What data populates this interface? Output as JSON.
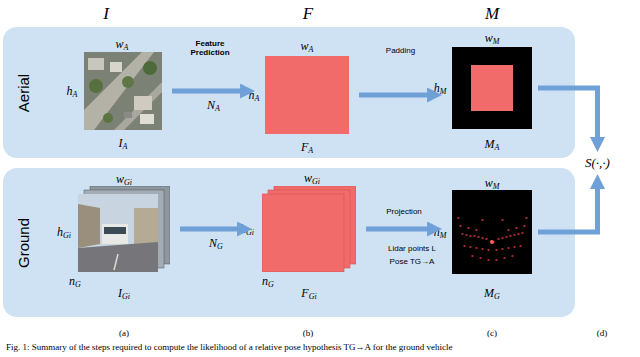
{
  "diagram": {
    "caption": "Fig. 1: Summary of the steps required to compute the likelihood of a relative pose hypothesis TG→A for the ground vehicle",
    "nodes": [
      {
        "text": [
          "Aerial"
        ]
      },
      {
        "text": [
          "IA"
        ],
        "in": 0
      },
      {
        "text": [
          "FA"
        ],
        "in": 0
      },
      {
        "text": [
          "MA"
        ],
        "in": 0
      },
      {
        "text": [
          "Ground"
        ]
      },
      {
        "text": [
          "IGi"
        ],
        "in": 4
      },
      {
        "text": [
          "FGi"
        ],
        "in": 4
      },
      {
        "text": [
          "MG"
        ],
        "in": 4
      },
      {
        "text": [
          "S(·,·)"
        ]
      }
    ],
    "edges": [
      {
        "from": 1,
        "to": 2,
        "arrow": "to",
        "label": "NA"
      },
      {
        "from": 2,
        "to": 3,
        "arrow": "to",
        "label": "Padding"
      },
      {
        "from": 5,
        "to": 6,
        "arrow": "to",
        "label": "NG"
      },
      {
        "from": 6,
        "to": 7,
        "arrow": "to",
        "label": "Projection"
      },
      {
        "from": 3,
        "to": 8,
        "arrow": "to"
      },
      {
        "from": 7,
        "to": 8,
        "arrow": "to"
      }
    ],
    "labels": [
      "I",
      "F",
      "M",
      "wA",
      "hA",
      "Feature Prediction",
      "wA",
      "hA",
      "wM",
      "hM",
      "wGi",
      "hGi",
      "nG",
      "wGi",
      "hGi",
      "nG",
      "Lidar points L",
      "Pose TG→A",
      "wM",
      "hM",
      "(a)",
      "(b)",
      "(c)",
      "(d)"
    ]
  }
}
